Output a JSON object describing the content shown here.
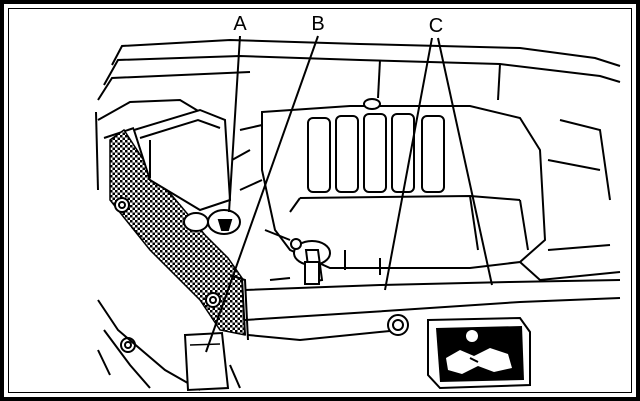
{
  "diagram": {
    "callouts": [
      {
        "id": "a",
        "label": "A"
      },
      {
        "id": "b",
        "label": "B"
      },
      {
        "id": "c",
        "label": "C"
      }
    ]
  },
  "colors": {
    "line": "#000000",
    "background": "#ffffff"
  }
}
